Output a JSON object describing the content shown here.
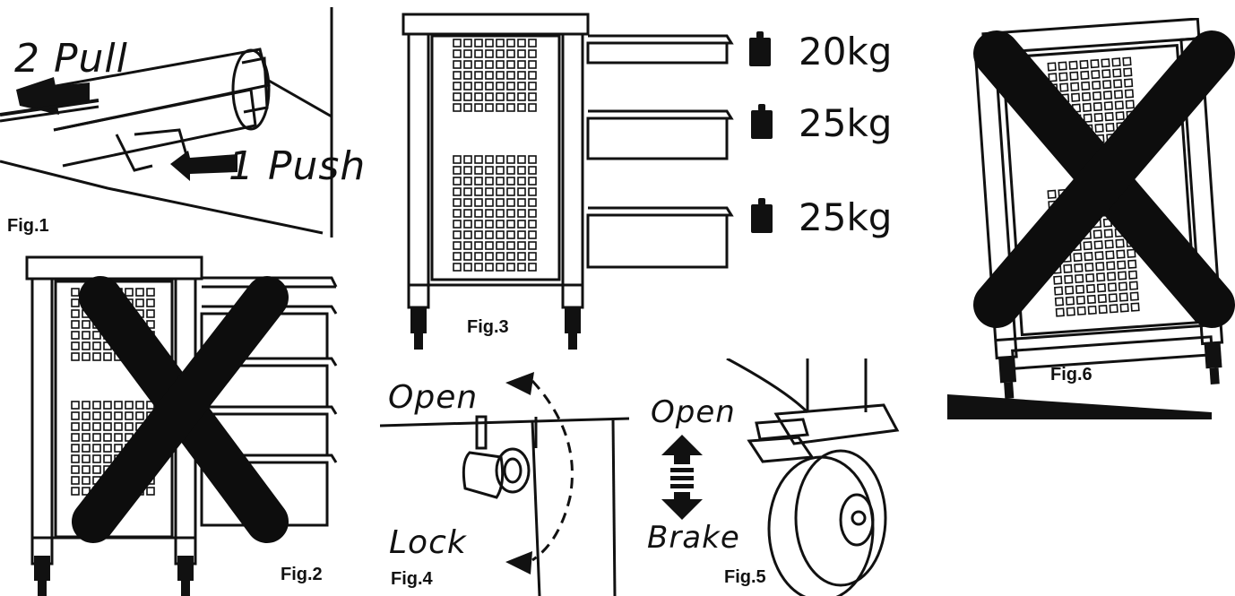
{
  "fig1": {
    "caption": "Fig.1",
    "step2": "2 Pull",
    "step1": "1 Push"
  },
  "fig2": {
    "caption": "Fig.2"
  },
  "fig3": {
    "caption": "Fig.3",
    "loads": [
      "20kg",
      "25kg",
      "25kg"
    ]
  },
  "fig4": {
    "caption": "Fig.4",
    "open": "Open",
    "lock": "Lock"
  },
  "fig5": {
    "caption": "Fig.5",
    "open": "Open",
    "brake": "Brake"
  },
  "fig6": {
    "caption": "Fig.6"
  },
  "colors": {
    "ink": "#111111",
    "cross": "#0d0d0d"
  }
}
